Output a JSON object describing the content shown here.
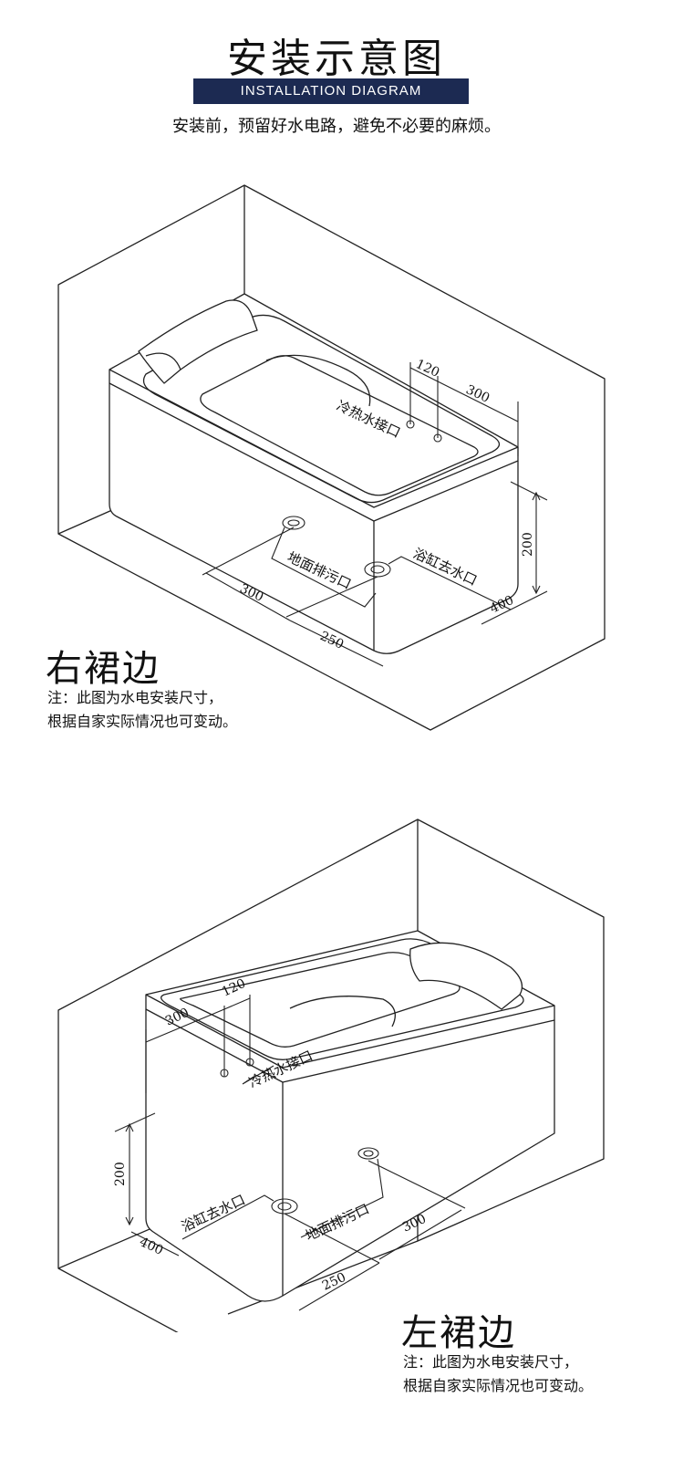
{
  "header": {
    "title": "安装示意图",
    "banner": "INSTALLATION DIAGRAM",
    "subtitle": "安装前，预留好水电路，避免不必要的麻烦。"
  },
  "right_skirt": {
    "heading": "右裙边",
    "note_line1": "注：此图为水电安装尺寸，",
    "note_line2": "根据自家实际情况也可变动。",
    "labels": {
      "dim_120": "120",
      "dim_300_top": "300",
      "hot_cold": "冷热水接口",
      "dim_200": "200",
      "floor_drain": "地面排污口",
      "tub_drain": "浴缸去水口",
      "dim_300_bottom": "300",
      "dim_250": "250",
      "dim_400": "400"
    }
  },
  "left_skirt": {
    "heading": "左裙边",
    "note_line1": "注：此图为水电安装尺寸，",
    "note_line2": "根据自家实际情况也可变动。",
    "labels": {
      "dim_120": "120",
      "dim_300_top": "300",
      "hot_cold": "冷热水接口",
      "dim_200": "200",
      "tub_drain": "浴缸去水口",
      "floor_drain": "地面排污口",
      "dim_300_bottom": "300",
      "dim_400": "400",
      "dim_250": "250"
    }
  },
  "colors": {
    "banner_bg": "#1c2a52",
    "line": "#222222"
  }
}
